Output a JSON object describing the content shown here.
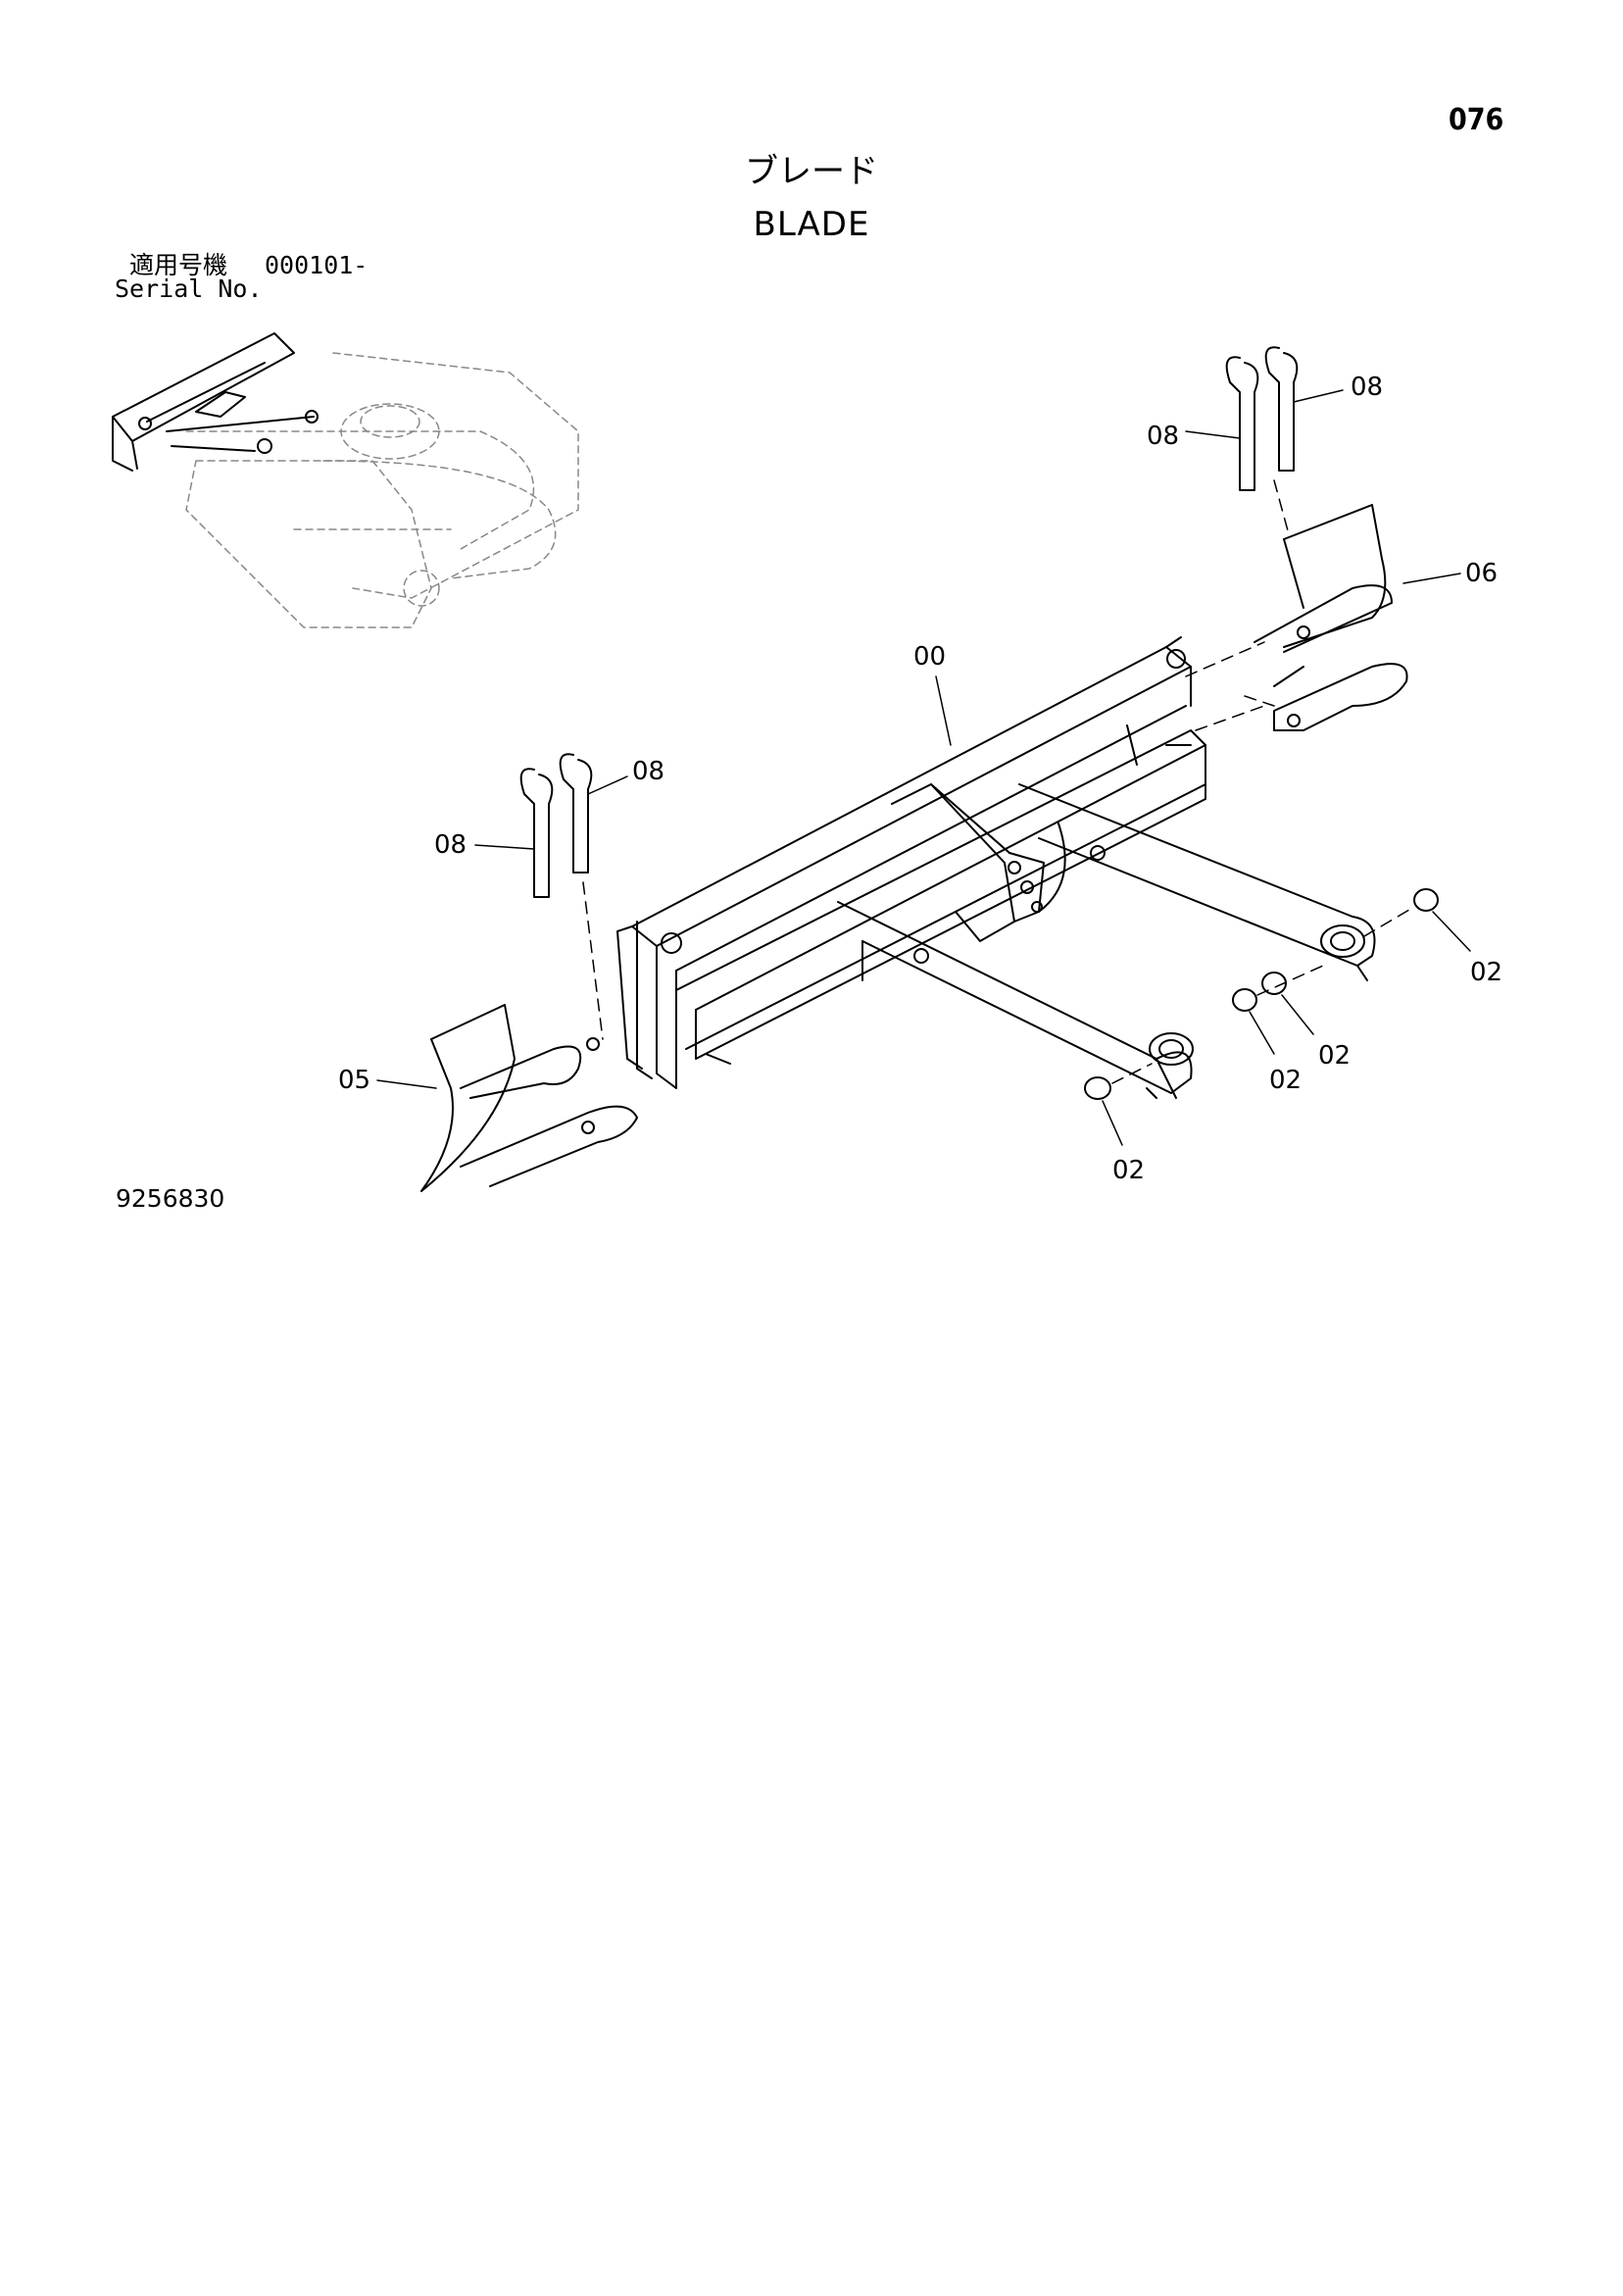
{
  "page_number": "076",
  "title_jp": "ブレード",
  "title_en": "BLADE",
  "serial": {
    "label_jp": "適用号機",
    "value": "000101-",
    "label_en": "Serial No."
  },
  "drawing_number": "9256830",
  "callouts": [
    "08",
    "08",
    "06",
    "00",
    "08",
    "08",
    "05",
    "02",
    "02",
    "02",
    "02"
  ]
}
